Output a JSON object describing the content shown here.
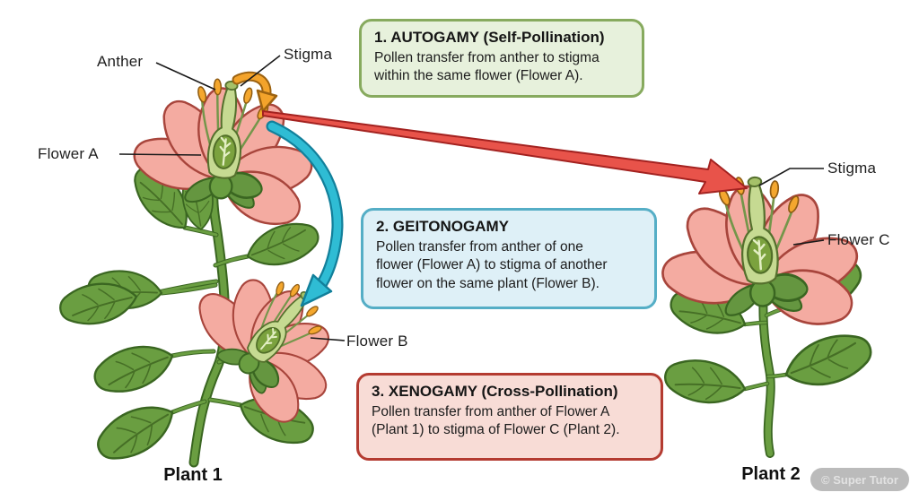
{
  "info_boxes": [
    {
      "title": "1. AUTOGAMY (Self-Pollination)",
      "body_lines": [
        "Pollen transfer from anther to stigma",
        "within the same flower (Flower A)."
      ],
      "bg": "#e7f1dc",
      "border": "#87aa5e"
    },
    {
      "title": "2. GEITONOGAMY",
      "body_lines": [
        "Pollen transfer from anther of one",
        "flower (Flower A) to stigma of another",
        "flower on the same plant (Flower B)."
      ],
      "bg": "#def0f7",
      "border": "#55aec6"
    },
    {
      "title": "3. XENOGAMY (Cross-Pollination)",
      "body_lines": [
        "Pollen transfer from anther of Flower A",
        "(Plant 1) to stigma of Flower C (Plant 2)."
      ],
      "bg": "#f8dcd6",
      "border": "#b43b31"
    }
  ],
  "labels": {
    "anther": "Anther",
    "stigma_flower_a": "Stigma",
    "flower_a": "Flower A",
    "flower_b": "Flower B",
    "stigma_flower_c": "Stigma",
    "flower_c": "Flower C",
    "plant_1": "Plant 1",
    "plant_2": "Plant 2"
  },
  "watermark": "© Super Tutor",
  "arrow_colors": {
    "autogamy_orange": "#f3a32b",
    "geitonogamy_cyan": "#2fbcd4",
    "xenogamy_red": "#e8534a"
  },
  "palette": {
    "petal": "#f4aba1",
    "petal_outline": "#a8453c",
    "leaf": "#6a9e41",
    "leaf_outline": "#3a6621",
    "anther": "#f4a72e",
    "pistil": "#c6da92"
  }
}
